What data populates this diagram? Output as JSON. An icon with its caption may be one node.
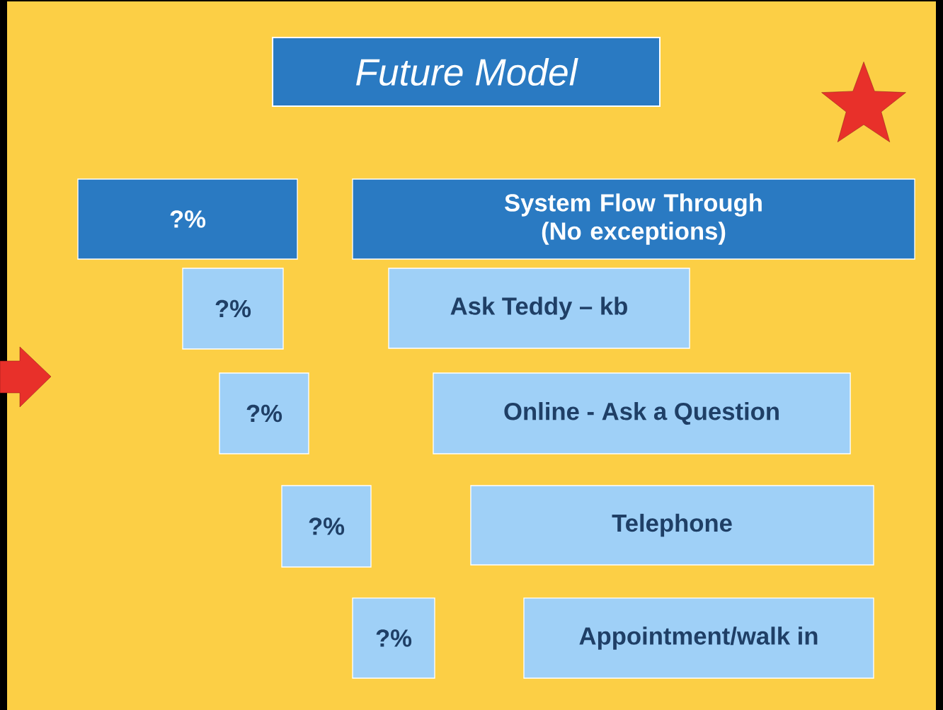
{
  "diagram": {
    "title": "Future Model",
    "nodes": [
      {
        "text": [
          "?%"
        ]
      },
      {
        "text": [
          "System Flow Through (No exceptions)"
        ]
      },
      {
        "text": [
          "?%"
        ]
      },
      {
        "text": [
          "Ask Teddy – kb"
        ]
      },
      {
        "text": [
          "?%"
        ]
      },
      {
        "text": [
          "Online - Ask a Question"
        ]
      },
      {
        "text": [
          "?%"
        ]
      },
      {
        "text": [
          "Telephone"
        ]
      },
      {
        "text": [
          "?%"
        ]
      },
      {
        "text": [
          "Appointment/walk in"
        ]
      }
    ]
  }
}
